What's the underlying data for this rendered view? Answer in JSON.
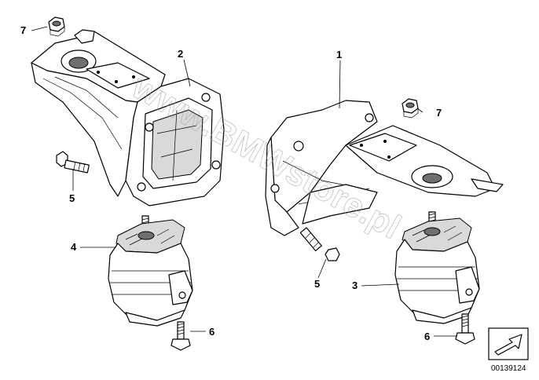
{
  "diagram": {
    "callouts": {
      "c1": "1",
      "c2": "2",
      "c3": "3",
      "c4": "4",
      "c5_left": "5",
      "c5_right": "5",
      "c6_left": "6",
      "c6_right": "6",
      "c7_left": "7",
      "c7_right": "7"
    },
    "watermark": "www.BMWstore.pl",
    "drawing_number": "00139124",
    "nav_icon": "arrow-icon"
  }
}
